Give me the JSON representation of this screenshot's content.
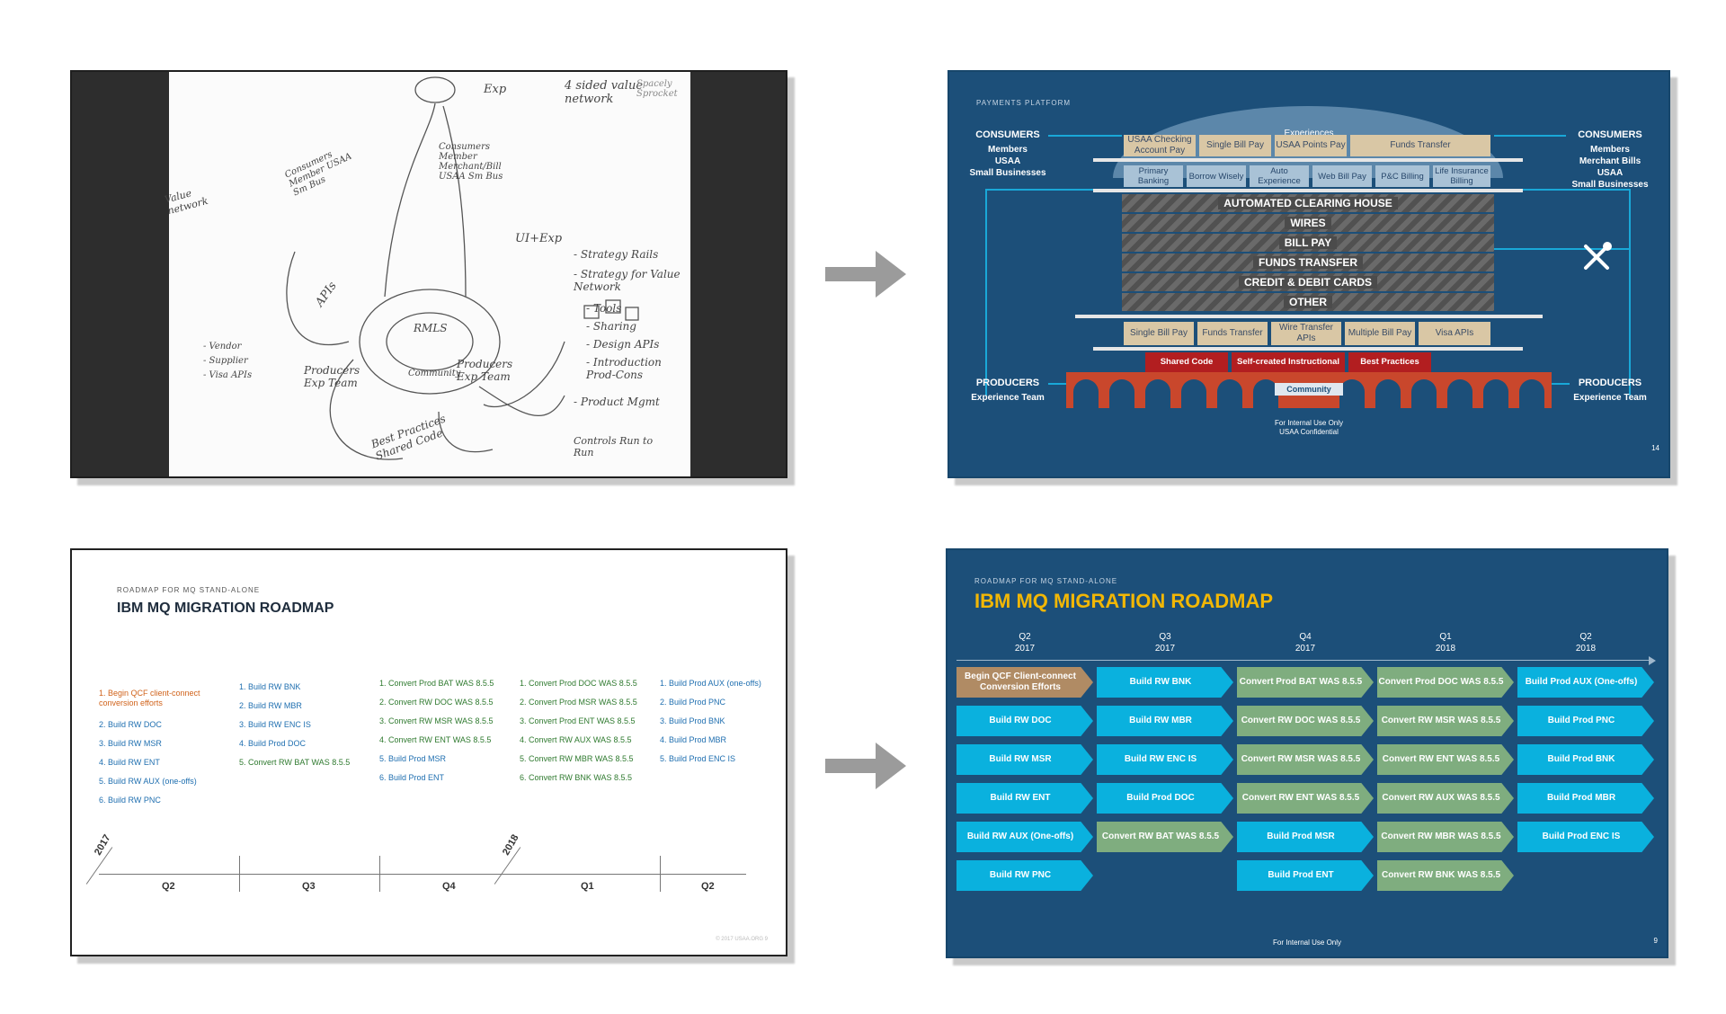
{
  "sketch": {
    "notes": [
      "Exp",
      "4 sided value network",
      "Spacely Sprocket",
      "Consumers Member USAA Sm Bus",
      "Consumers Member Merchant/Bill USAA Sm Bus",
      "UI+Exp",
      "RMLS",
      "APIs",
      "Community",
      "Producers Exp Team",
      "Producers Exp Team",
      "Best Practices Shared Code",
      "Value network",
      "- Vendor",
      "- Supplier",
      "- Visa APIs",
      "- Strategy Rails",
      "- Strategy for Value Network",
      "- Tools",
      "- Sharing",
      "- Design APIs",
      "- Introduction Prod-Cons",
      "- Product Mgmt",
      "Controls Run to Run"
    ]
  },
  "payments": {
    "kicker": "PAYMENTS PLATFORM",
    "experiences": "Experiences",
    "consumers_left": {
      "title": "CONSUMERS",
      "items": [
        "Members",
        "USAA",
        "Small Businesses"
      ]
    },
    "consumers_right": {
      "title": "CONSUMERS",
      "items": [
        "Members",
        "Merchant Bills",
        "USAA",
        "Small Businesses"
      ]
    },
    "top_row": [
      "USAA Checking Account Pay",
      "Single Bill Pay",
      "USAA Points Pay",
      "Funds Transfer"
    ],
    "second_row": [
      "Primary Banking",
      "Borrow Wisely",
      "Auto Experience",
      "Web Bill Pay",
      "P&C Billing",
      "Life Insurance Billing"
    ],
    "bands": [
      "AUTOMATED CLEARING HOUSE",
      "WIRES",
      "BILL PAY",
      "FUNDS TRANSFER",
      "CREDIT & DEBIT CARDS",
      "OTHER"
    ],
    "api_row": [
      "Single Bill Pay",
      "Funds Transfer",
      "Wire Transfer APIs",
      "Multiple Bill Pay",
      "Visa APIs"
    ],
    "red_row": [
      "Shared Code",
      "Self-created Instructional Videos",
      "Best Practices"
    ],
    "community": "Community",
    "producers_left": {
      "title": "PRODUCERS",
      "sub": "Experience Team"
    },
    "producers_right": {
      "title": "PRODUCERS",
      "sub": "Experience Team"
    },
    "footer1": "For Internal Use Only",
    "footer2": "USAA Confidential",
    "page": "14",
    "colors": {
      "bg": "#1c4f79",
      "accent": "#19a8d8",
      "tan": "#d9c7a5",
      "red": "#b21e20",
      "arch": "#c9472c"
    }
  },
  "roadmap_white": {
    "kicker": "ROADMAP FOR MQ STAND-ALONE",
    "title": "IBM MQ MIGRATION ROADMAP",
    "col1": [
      "1.   Begin QCF client-connect conversion efforts",
      "2.   Build RW DOC",
      "3.   Build RW MSR",
      "4.   Build RW ENT",
      "5.   Build RW AUX (one-offs)",
      "6.   Build RW PNC"
    ],
    "col2": [
      "1.   Build RW BNK",
      "2.   Build RW MBR",
      "3.   Build RW ENC IS",
      "4.   Build Prod DOC",
      "5.   Convert RW BAT WAS 8.5.5"
    ],
    "col3": [
      "1.   Convert Prod BAT WAS 8.5.5",
      "2.   Convert RW DOC WAS 8.5.5",
      "3.   Convert RW MSR WAS 8.5.5",
      "4.   Convert RW ENT WAS 8.5.5",
      "5.   Build Prod MSR",
      "6.   Build Prod ENT"
    ],
    "col4": [
      "1.   Convert Prod DOC WAS 8.5.5",
      "2.   Convert Prod MSR WAS 8.5.5",
      "3.   Convert Prod ENT WAS 8.5.5",
      "4.   Convert RW AUX WAS 8.5.5",
      "5.   Convert RW MBR WAS 8.5.5",
      "6.   Convert RW BNK WAS 8.5.5"
    ],
    "col5": [
      "1.   Build Prod AUX (one-offs)",
      "2.   Build Prod PNC",
      "3.   Build Prod BNK",
      "4.   Build Prod MBR",
      "5.   Build Prod ENC IS"
    ],
    "years": [
      "2017",
      "2018"
    ],
    "quarters": [
      "Q2",
      "Q3",
      "Q4",
      "Q1",
      "Q2"
    ],
    "footer": "© 2017 USAA.ORG   9"
  },
  "roadmap_blue": {
    "kicker": "ROADMAP FOR MQ STAND-ALONE",
    "title": "IBM MQ MIGRATION ROADMAP",
    "headers": [
      {
        "q": "Q2",
        "y": "2017"
      },
      {
        "q": "Q3",
        "y": "2017"
      },
      {
        "q": "Q4",
        "y": "2017"
      },
      {
        "q": "Q1",
        "y": "2018"
      },
      {
        "q": "Q2",
        "y": "2018"
      }
    ],
    "col1": [
      "Begin QCF Client-connect Conversion Efforts",
      "Build RW DOC",
      "Build RW MSR",
      "Build RW ENT",
      "Build RW AUX (One-offs)",
      "Build RW PNC"
    ],
    "col2": [
      "Build RW BNK",
      "Build RW MBR",
      "Build RW ENC IS",
      "Build Prod DOC",
      "Convert RW BAT WAS 8.5.5"
    ],
    "col3": [
      "Convert Prod BAT WAS 8.5.5",
      "Convert RW DOC WAS 8.5.5",
      "Convert RW MSR WAS 8.5.5",
      "Convert RW ENT WAS 8.5.5",
      "Build Prod MSR",
      "Build Prod ENT"
    ],
    "col4": [
      "Convert Prod DOC WAS 8.5.5",
      "Convert RW MSR WAS 8.5.5",
      "Convert RW ENT WAS 8.5.5",
      "Convert RW AUX WAS 8.5.5",
      "Convert RW MBR WAS 8.5.5",
      "Convert RW BNK WAS 8.5.5"
    ],
    "col5": [
      "Build Prod AUX (One-offs)",
      "Build Prod PNC",
      "Build Prod BNK",
      "Build Prod MBR",
      "Build Prod ENC IS"
    ],
    "footer": "For Internal Use Only",
    "page": "9",
    "colors": {
      "bg": "#1c4f79",
      "title": "#f2b705",
      "tan": "#b08b64",
      "cyan": "#0ab1de",
      "green": "#7fad7f"
    }
  }
}
